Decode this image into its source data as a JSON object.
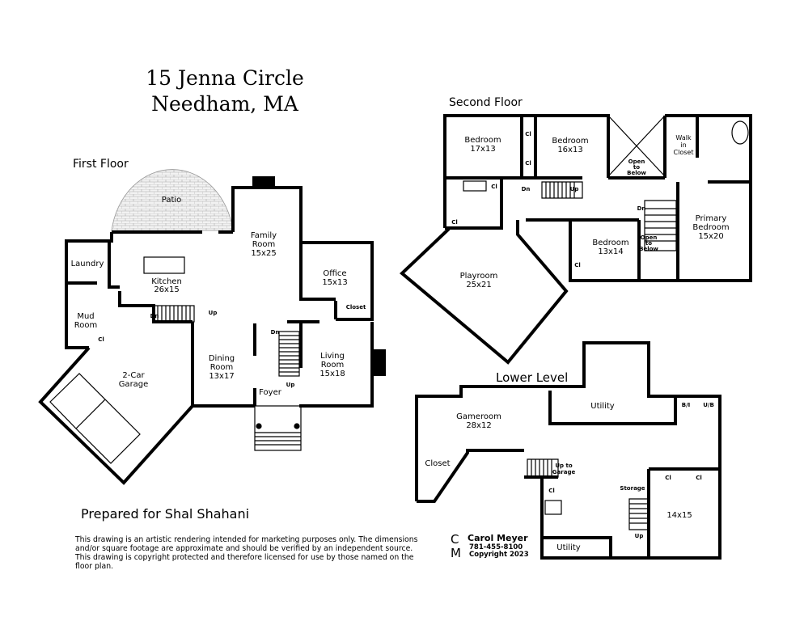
{
  "header": {
    "title_line1": "15 Jenna Circle",
    "title_line2": "Needham, MA"
  },
  "first_floor": {
    "label": "First Floor",
    "patio": "Patio",
    "family_room": [
      "Family",
      "Room",
      "15x25"
    ],
    "laundry": "Laundry",
    "kitchen": [
      "Kitchen",
      "26x15"
    ],
    "office": [
      "Office",
      "15x13"
    ],
    "closet": "Closet",
    "mud_room": [
      "Mud",
      "Room"
    ],
    "cl": "Cl",
    "dn": "Dn",
    "up": "Up",
    "dn2": "Dn",
    "up2": "Up",
    "garage": [
      "2-Car",
      "Garage"
    ],
    "dining_room": [
      "Dining",
      "Room",
      "13x17"
    ],
    "living_room": [
      "Living",
      "Room",
      "15x18"
    ],
    "foyer": "Foyer"
  },
  "second_floor": {
    "label": "Second Floor",
    "bedroom1": [
      "Bedroom",
      "17x13"
    ],
    "bedroom2": [
      "Bedroom",
      "16x13"
    ],
    "open_below1": [
      "Open",
      "to",
      "Below"
    ],
    "walk_in_closet": [
      "Walk",
      "in",
      "Closet"
    ],
    "primary_bedroom": [
      "Primary",
      "Bedroom",
      "15x20"
    ],
    "bedroom3": [
      "Bedroom",
      "13x14"
    ],
    "open_below2": [
      "Open",
      "to",
      "Below"
    ],
    "playroom": [
      "Playroom",
      "25x21"
    ],
    "cl": [
      "Cl",
      "Cl",
      "Cl",
      "Cl",
      "Cl"
    ],
    "dn": "Dn",
    "up": "Up",
    "dn2": "Dn"
  },
  "lower_level": {
    "label": "Lower Level",
    "gameroom": [
      "Gameroom",
      "28x12"
    ],
    "utility1": "Utility",
    "bi": "B/I",
    "ub": "U/B",
    "closet": "Closet",
    "up_to_garage": [
      "Up to",
      "Garage"
    ],
    "cl": [
      "Cl",
      "Cl",
      "Cl"
    ],
    "storage": "Storage",
    "up": "Up",
    "room_14x15": "14x15",
    "utility2": "Utility"
  },
  "prepared_for": "Prepared for Shal Shahani",
  "disclaimer": [
    "This drawing is an artistic rendering intended for marketing purposes only.  The dimensions",
    "and/or square footage are approximate and should be verified by an independent source.",
    "This drawing is copyright protected and therefore licensed for use by those named on the",
    "floor plan."
  ],
  "logo": {
    "monogram": "CM",
    "name": "Carol Meyer",
    "phone": "781-455-8100",
    "copyright": "Copyright 2023"
  }
}
